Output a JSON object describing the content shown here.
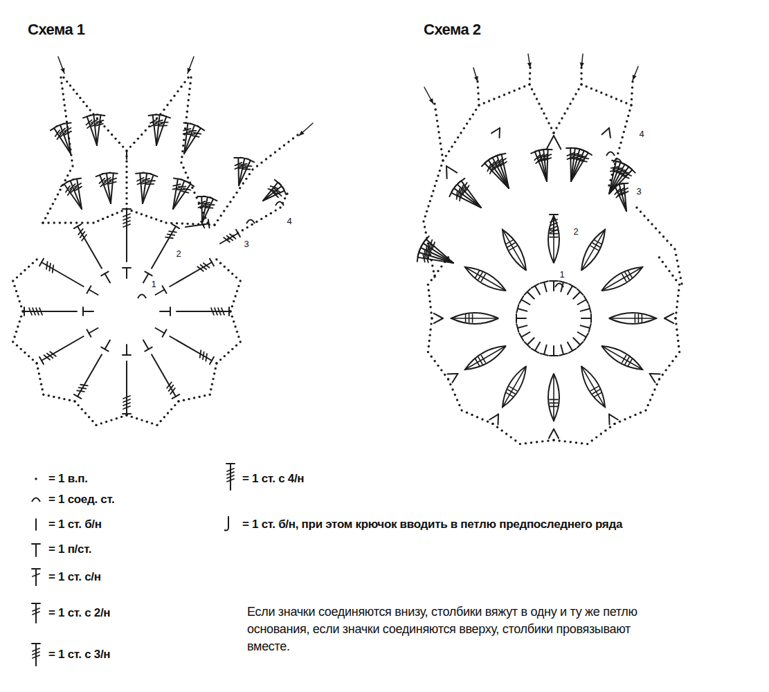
{
  "diagram": {
    "labels": [
      "Схема 1",
      "Схема 2",
      "1",
      "2",
      "3",
      "4",
      "1",
      "2",
      "3",
      "4",
      "Если значки соединяются внизу, столбики вяжут в одну и ту же петлю основания, если значки соединяются вверху, столбики провязывают вместе."
    ],
    "legend": [
      {
        "text": "= 1 в.п."
      },
      {
        "text": "= 1 соед. ст."
      },
      {
        "text": "= 1 ст. б/н"
      },
      {
        "text": "= 1 п/ст."
      },
      {
        "text": "= 1 ст. с/н"
      },
      {
        "text": "= 1 ст. с 2/н"
      },
      {
        "text": "= 1 ст. с 3/н"
      },
      {
        "text": "= 1 ст. с 4/н"
      },
      {
        "text": "= 1 ст. б/н, при этом крючок вводить в петлю предпоследнего ряда"
      }
    ]
  }
}
